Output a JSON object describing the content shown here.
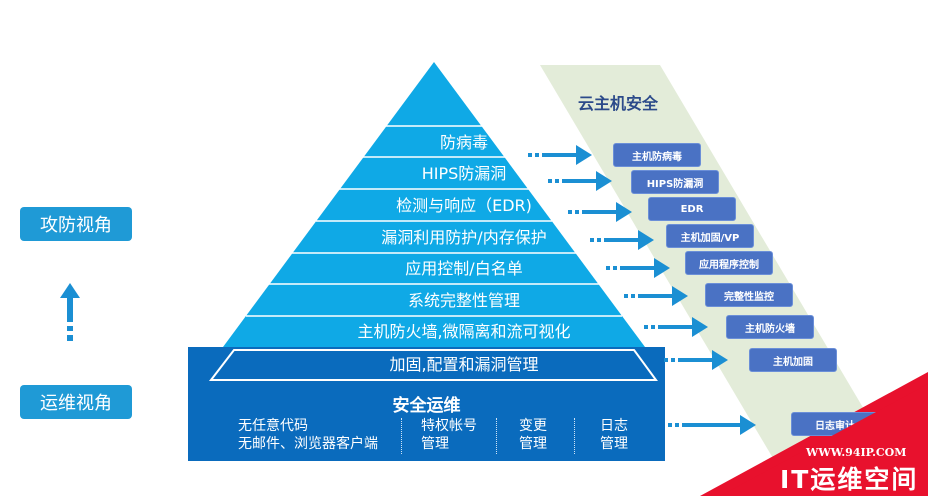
{
  "left_labels": {
    "attack": "攻防视角",
    "ops": "运维视角"
  },
  "pyramid": {
    "layers": [
      "防病毒",
      "HIPS防漏洞",
      "检测与响应（EDR)",
      "漏洞利用防护/内存保护",
      "应用控制/白名单",
      "系统完整性管理",
      "主机防火墙,微隔离和流可视化",
      "加固,配置和漏洞管理"
    ]
  },
  "ops_section": {
    "title": "安全运维",
    "columns": [
      [
        "无任意代码",
        "无邮件、浏览器客户端"
      ],
      [
        "特权帐号",
        "管理"
      ],
      [
        "变更",
        "管理"
      ],
      [
        "日志",
        "管理"
      ]
    ]
  },
  "cloud": {
    "title": "云主机安全",
    "items": [
      "主机防病毒",
      "HIPS防漏洞",
      "EDR",
      "主机加固/VP",
      "应用程序控制",
      "完整性监控",
      "主机防火墙",
      "主机加固",
      "日志审计"
    ]
  },
  "watermark": {
    "url": "WWW.94IP.COM",
    "name": "IT运维空间"
  },
  "colors": {
    "light": "#0fa9e6",
    "dark": "#0a6bbd",
    "box": "#4a72c4",
    "panel": "#e3ecd9",
    "arrow": "#1b8fd3",
    "watermark": "#e8112d"
  }
}
